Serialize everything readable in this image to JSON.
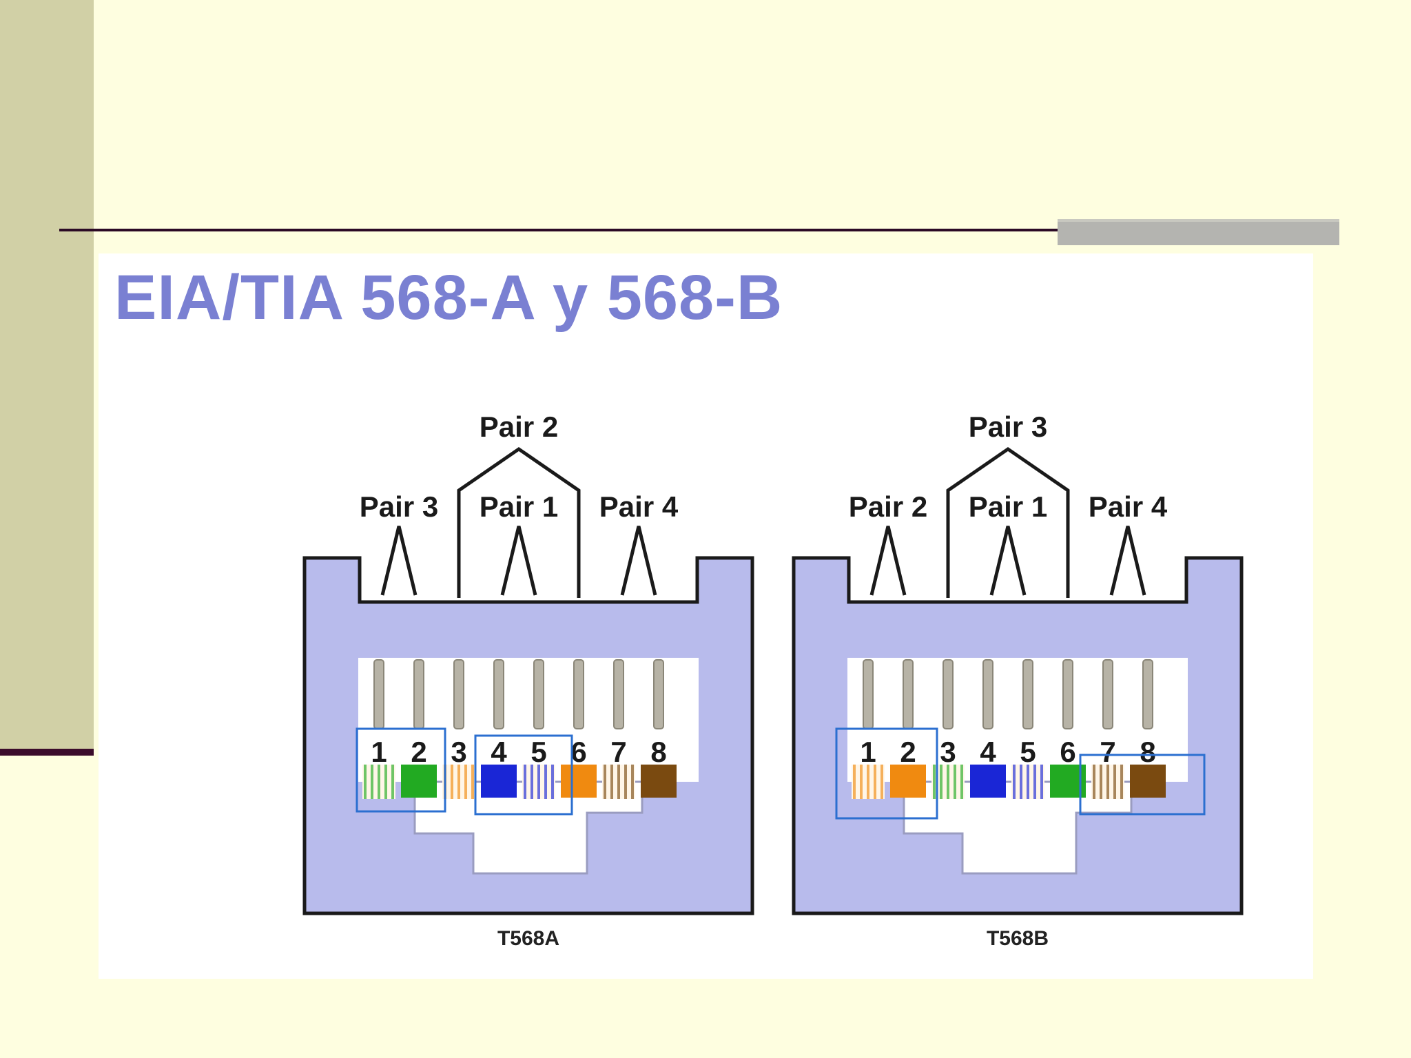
{
  "slide": {
    "title": "EIA/TIA 568-A y 568-B"
  },
  "connectors": [
    {
      "label": "T568A",
      "pair_labels": {
        "top": "Pair 2",
        "left": "Pair 3",
        "center": "Pair 1",
        "right": "Pair 4"
      },
      "pins": [
        "1",
        "2",
        "3",
        "4",
        "5",
        "6",
        "7",
        "8"
      ],
      "wires": [
        {
          "color": "#22aa22",
          "striped": true
        },
        {
          "color": "#22aa22",
          "striped": false
        },
        {
          "color": "#f08a10",
          "striped": true
        },
        {
          "color": "#1a26d6",
          "striped": false
        },
        {
          "color": "#1a26d6",
          "striped": true
        },
        {
          "color": "#f08a10",
          "striped": false
        },
        {
          "color": "#7a4a10",
          "striped": true
        },
        {
          "color": "#7a4a10",
          "striped": false
        }
      ],
      "highlight_colors": [
        "#2b6fd0",
        "#2b6fd0"
      ]
    },
    {
      "label": "T568B",
      "pair_labels": {
        "top": "Pair 3",
        "left": "Pair 2",
        "center": "Pair 1",
        "right": "Pair 4"
      },
      "pins": [
        "1",
        "2",
        "3",
        "4",
        "5",
        "6",
        "7",
        "8"
      ],
      "wires": [
        {
          "color": "#f08a10",
          "striped": true
        },
        {
          "color": "#f08a10",
          "striped": false
        },
        {
          "color": "#22aa22",
          "striped": true
        },
        {
          "color": "#1a26d6",
          "striped": false
        },
        {
          "color": "#1a26d6",
          "striped": true
        },
        {
          "color": "#22aa22",
          "striped": false
        },
        {
          "color": "#7a4a10",
          "striped": true
        },
        {
          "color": "#7a4a10",
          "striped": false
        }
      ],
      "highlight_colors": [
        "#2b6fd0",
        "#2b6fd0"
      ]
    }
  ],
  "colors": {
    "background": "#fefee0",
    "left_band": "#d1d0a6",
    "title": "#7a80d2",
    "jack_fill": "#b8bbec",
    "highlight_box": "#2b6fd0"
  }
}
